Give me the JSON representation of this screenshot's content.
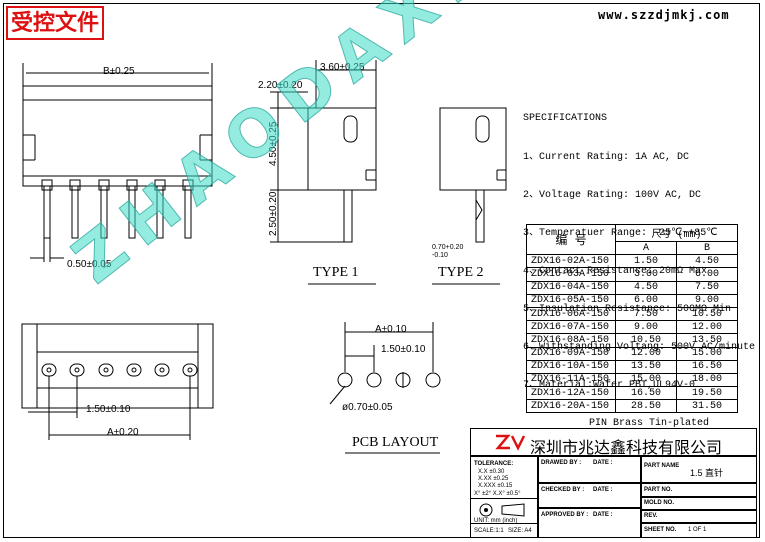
{
  "stamp": "受控文件",
  "website": "www.szzdjmkj.com",
  "watermark": "ZHAODAXIN",
  "dims": {
    "b": "B±0.25",
    "pin_w": "0.50±0.05",
    "w360": "3.60±0.25",
    "h220": "2.20±0.20",
    "h450": "4.50±0.25",
    "h250": "2.50±0.20",
    "side_pin": "0.70+0.20 -0.10",
    "pcb_a": "A±0.10",
    "pcb_p": "1.50±0.10",
    "pcb_hole": "ø0.70±0.05",
    "top_p": "1.50±0.10",
    "top_a": "A±0.20"
  },
  "labels": {
    "type1": "TYPE  1",
    "type2": "TYPE  2",
    "pcb": "PCB LAYOUT"
  },
  "specs": {
    "title": "SPECIFICATIONS",
    "lines": [
      "1、Current Rating: 1A AC, DC",
      "2、Voltage Rating: 100V AC, DC",
      "3、Temperatuer Range: -25℃~+85℃",
      "4、Contact Resistance: 20mΩ Max",
      "5、Insulation Resistance: 500MΩ Min",
      "6、Withstanding Voltang: 500V AC/minute",
      "7、Material:Wafer PBT,UL94V-0",
      "           PIN Brass Tin-plated"
    ]
  },
  "table": {
    "h_no": "编  号",
    "h_size": "尺寸 (mm)",
    "h_a": "A",
    "h_b": "B",
    "rows": [
      [
        "ZDX16-02A-150",
        "1.50",
        "4.50"
      ],
      [
        "ZDX16-03A-150",
        "3.00",
        "6.00"
      ],
      [
        "ZDX16-04A-150",
        "4.50",
        "7.50"
      ],
      [
        "ZDX16-05A-150",
        "6.00",
        "9.00"
      ],
      [
        "ZDX16-06A-150",
        "7.50",
        "10.50"
      ],
      [
        "ZDX16-07A-150",
        "9.00",
        "12.00"
      ],
      [
        "ZDX16-08A-150",
        "10.50",
        "13.50"
      ],
      [
        "ZDX16-09A-150",
        "12.00",
        "15.00"
      ],
      [
        "ZDX16-10A-150",
        "13.50",
        "16.50"
      ],
      [
        "ZDX16-11A-150",
        "15.00",
        "18.00"
      ],
      [
        "ZDX16-12A-150",
        "16.50",
        "19.50"
      ],
      [
        "ZDX16-20A-150",
        "28.50",
        "31.50"
      ]
    ]
  },
  "titleblock": {
    "company": "深圳市兆达鑫科技有限公司",
    "tolerance": "TOLERANCE:",
    "tol1": "X.X  ±0.30",
    "tol2": "X.XX  ±0.25",
    "tol3": "X.XXX  ±0.15",
    "tol4": "X°  ±2°    X.X° ±0.5°",
    "drawed": "DRAWED BY :",
    "checked": "CHECKED BY :",
    "approved": "APPROVED BY :",
    "date1": "DATE :",
    "date2": "DATE :",
    "date3": "DATE :",
    "part_name": "PART NAME",
    "part_value": "1.5 直针",
    "part_no": "PART NO.",
    "mold_no": "MOLD NO.",
    "rev": "REV.",
    "sheet_no": "SHEET NO.",
    "sheet_value": "1 OF 1",
    "unit": "UNIT:  mm  (inch)",
    "scale": "SCALE:1:1",
    "size": "SIZE: A4"
  }
}
